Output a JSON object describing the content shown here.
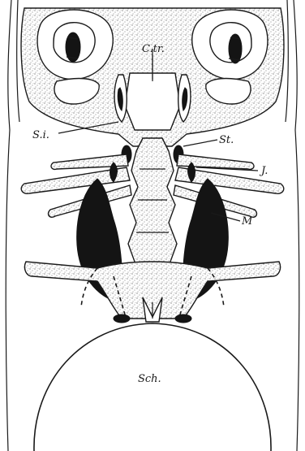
{
  "figure": {
    "labels": {
      "c_tr": "C.tr.",
      "s_i": "S.i.",
      "st": "St.",
      "j": "J.",
      "m": "M",
      "sch": "Sch."
    },
    "colors": {
      "ink": "#141414",
      "paper": "#ffffff",
      "stipple": "#555555"
    }
  }
}
